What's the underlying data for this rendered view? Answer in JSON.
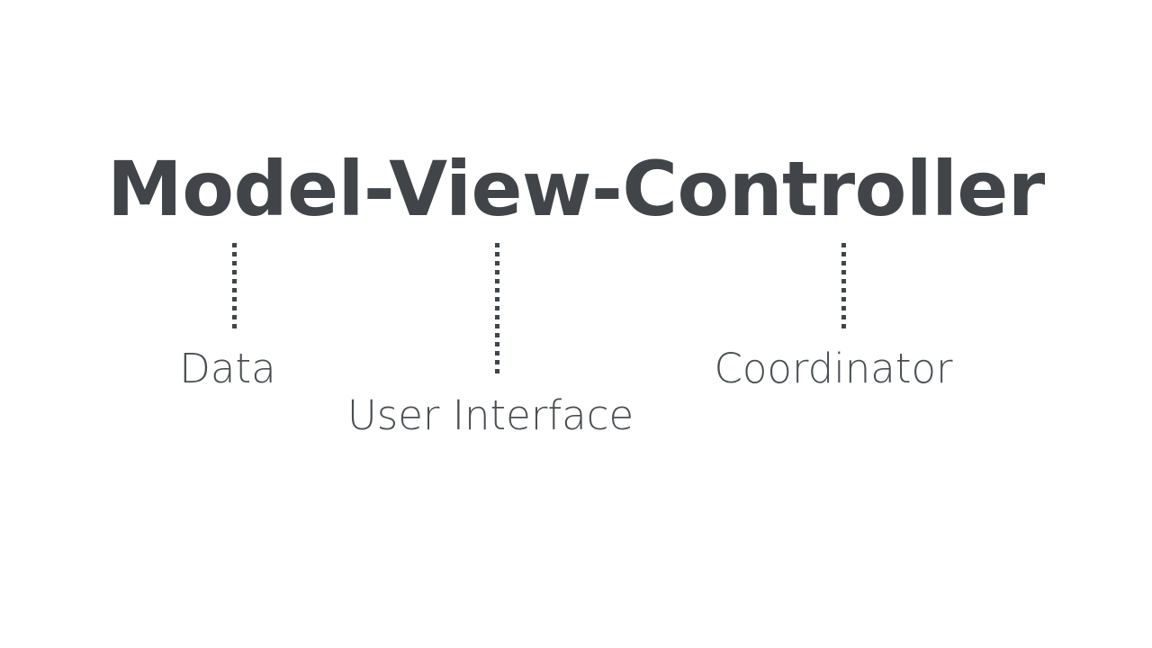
{
  "slide": {
    "background_color": "#ffffff",
    "title": "Model-View-Controller",
    "title_color": "#414549",
    "label_color": "#4a4e52",
    "connector_color": "#414549"
  },
  "diagram": {
    "type": "annotated-term-breakdown",
    "parts": [
      {
        "term": "Model",
        "label": "Data",
        "connector_name": "connector-model"
      },
      {
        "term": "View",
        "label": "User Interface",
        "connector_name": "connector-view"
      },
      {
        "term": "Controller",
        "label": "Coordinator",
        "connector_name": "connector-controller"
      }
    ]
  }
}
